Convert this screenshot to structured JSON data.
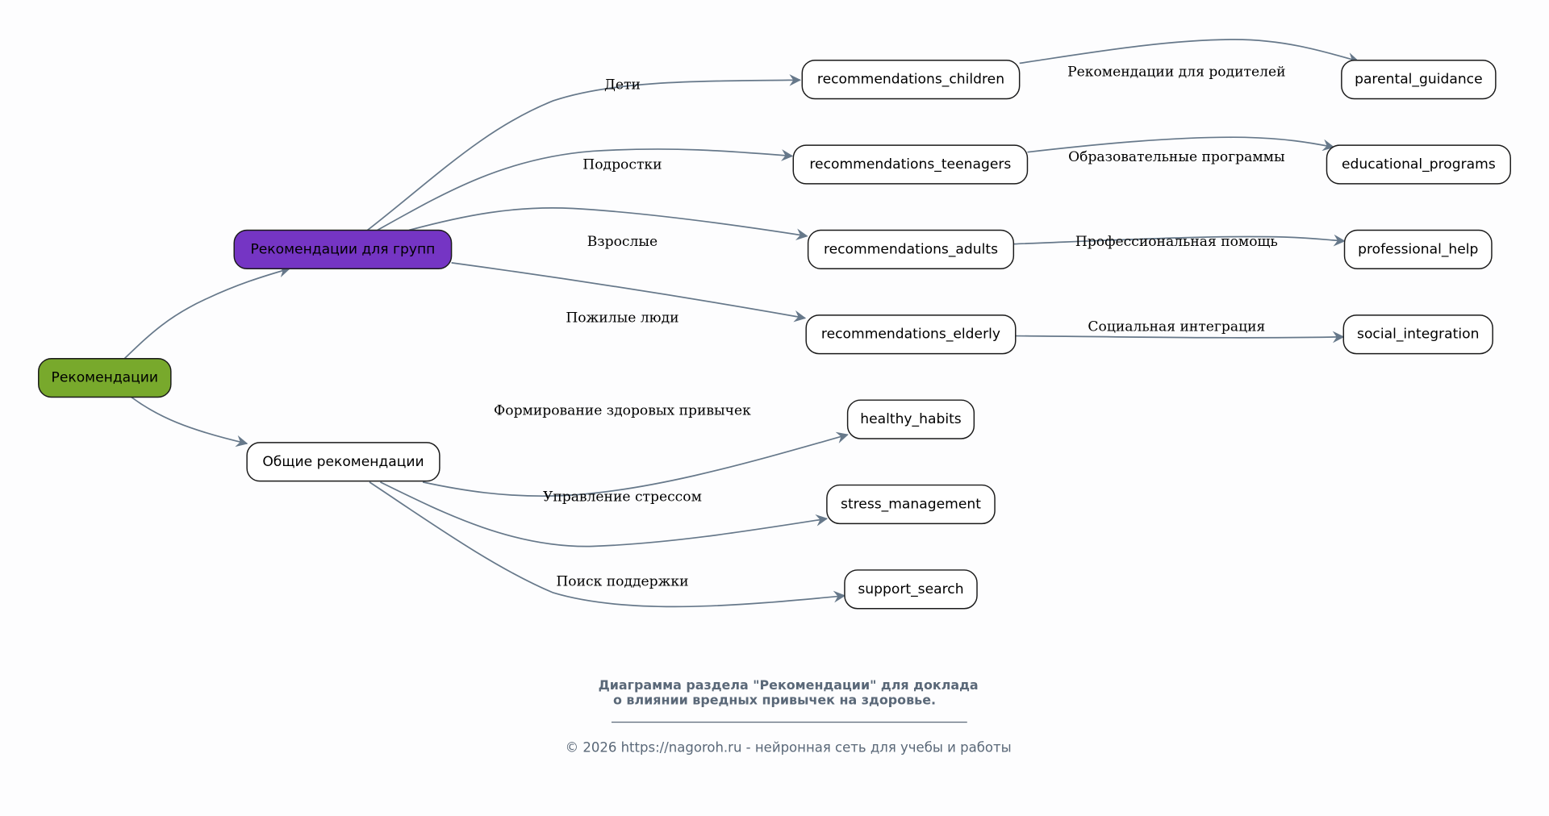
{
  "diagram": {
    "title": "Диаграмма раздела \"Рекомендации\" для доклада о влиянии вредных привычек на здоровье.",
    "caption_lines": [
      "Диаграмма раздела \"Рекомендации\" для доклада",
      "о влиянии вредных привычек на здоровье."
    ],
    "footer": "© 2026 https://nagoroh.ru - нейронная сеть для учебы и работы",
    "colors": {
      "root_fill": "#78a92c",
      "groups_fill": "#7535c4",
      "default_fill": "#ffffff",
      "edge": "#66788a",
      "caption": "#5a6878"
    },
    "nodes": [
      {
        "id": "root",
        "label": "Рекомендации",
        "style": "root"
      },
      {
        "id": "groups",
        "label": "Рекомендации для групп",
        "style": "groups"
      },
      {
        "id": "general",
        "label": "Общие рекомендации",
        "style": "default"
      },
      {
        "id": "children",
        "label": "recommendations_children",
        "style": "default"
      },
      {
        "id": "teenagers",
        "label": "recommendations_teenagers",
        "style": "default"
      },
      {
        "id": "adults",
        "label": "recommendations_adults",
        "style": "default"
      },
      {
        "id": "elderly",
        "label": "recommendations_elderly",
        "style": "default"
      },
      {
        "id": "parental",
        "label": "parental_guidance",
        "style": "default"
      },
      {
        "id": "educational",
        "label": "educational_programs",
        "style": "default"
      },
      {
        "id": "professional",
        "label": "professional_help",
        "style": "default"
      },
      {
        "id": "social",
        "label": "social_integration",
        "style": "default"
      },
      {
        "id": "healthy",
        "label": "healthy_habits",
        "style": "default"
      },
      {
        "id": "stress",
        "label": "stress_management",
        "style": "default"
      },
      {
        "id": "support",
        "label": "support_search",
        "style": "default"
      }
    ],
    "edges": [
      {
        "from": "root",
        "to": "groups",
        "label": ""
      },
      {
        "from": "root",
        "to": "general",
        "label": ""
      },
      {
        "from": "groups",
        "to": "children",
        "label": "Дети"
      },
      {
        "from": "groups",
        "to": "teenagers",
        "label": "Подростки"
      },
      {
        "from": "groups",
        "to": "adults",
        "label": "Взрослые"
      },
      {
        "from": "groups",
        "to": "elderly",
        "label": "Пожилые люди"
      },
      {
        "from": "children",
        "to": "parental",
        "label": "Рекомендации для родителей"
      },
      {
        "from": "teenagers",
        "to": "educational",
        "label": "Образовательные программы"
      },
      {
        "from": "adults",
        "to": "professional",
        "label": "Профессиональная помощь"
      },
      {
        "from": "elderly",
        "to": "social",
        "label": "Социальная интеграция"
      },
      {
        "from": "general",
        "to": "healthy",
        "label": "Формирование здоровых привычек"
      },
      {
        "from": "general",
        "to": "stress",
        "label": "Управление стрессом"
      },
      {
        "from": "general",
        "to": "support",
        "label": "Поиск поддержки"
      }
    ]
  }
}
